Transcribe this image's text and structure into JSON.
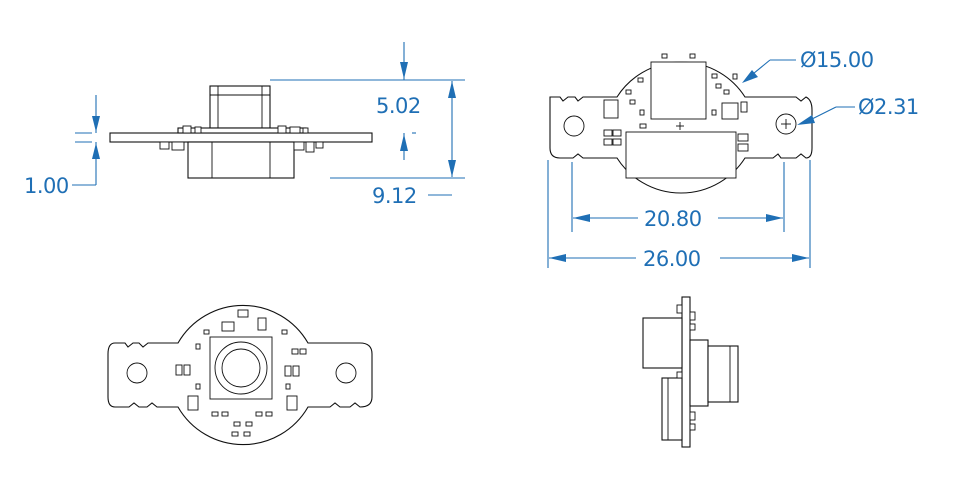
{
  "colors": {
    "dimension": "#1f6fb5",
    "outline": "#111111",
    "background": "#ffffff"
  },
  "dimensions": {
    "board_thickness": "1.00",
    "lens_height": "5.02",
    "total_height": "9.12",
    "board_diameter": "Ø15.00",
    "hole_diameter": "Ø2.31",
    "hole_spacing": "20.80",
    "overall_width": "26.00"
  }
}
